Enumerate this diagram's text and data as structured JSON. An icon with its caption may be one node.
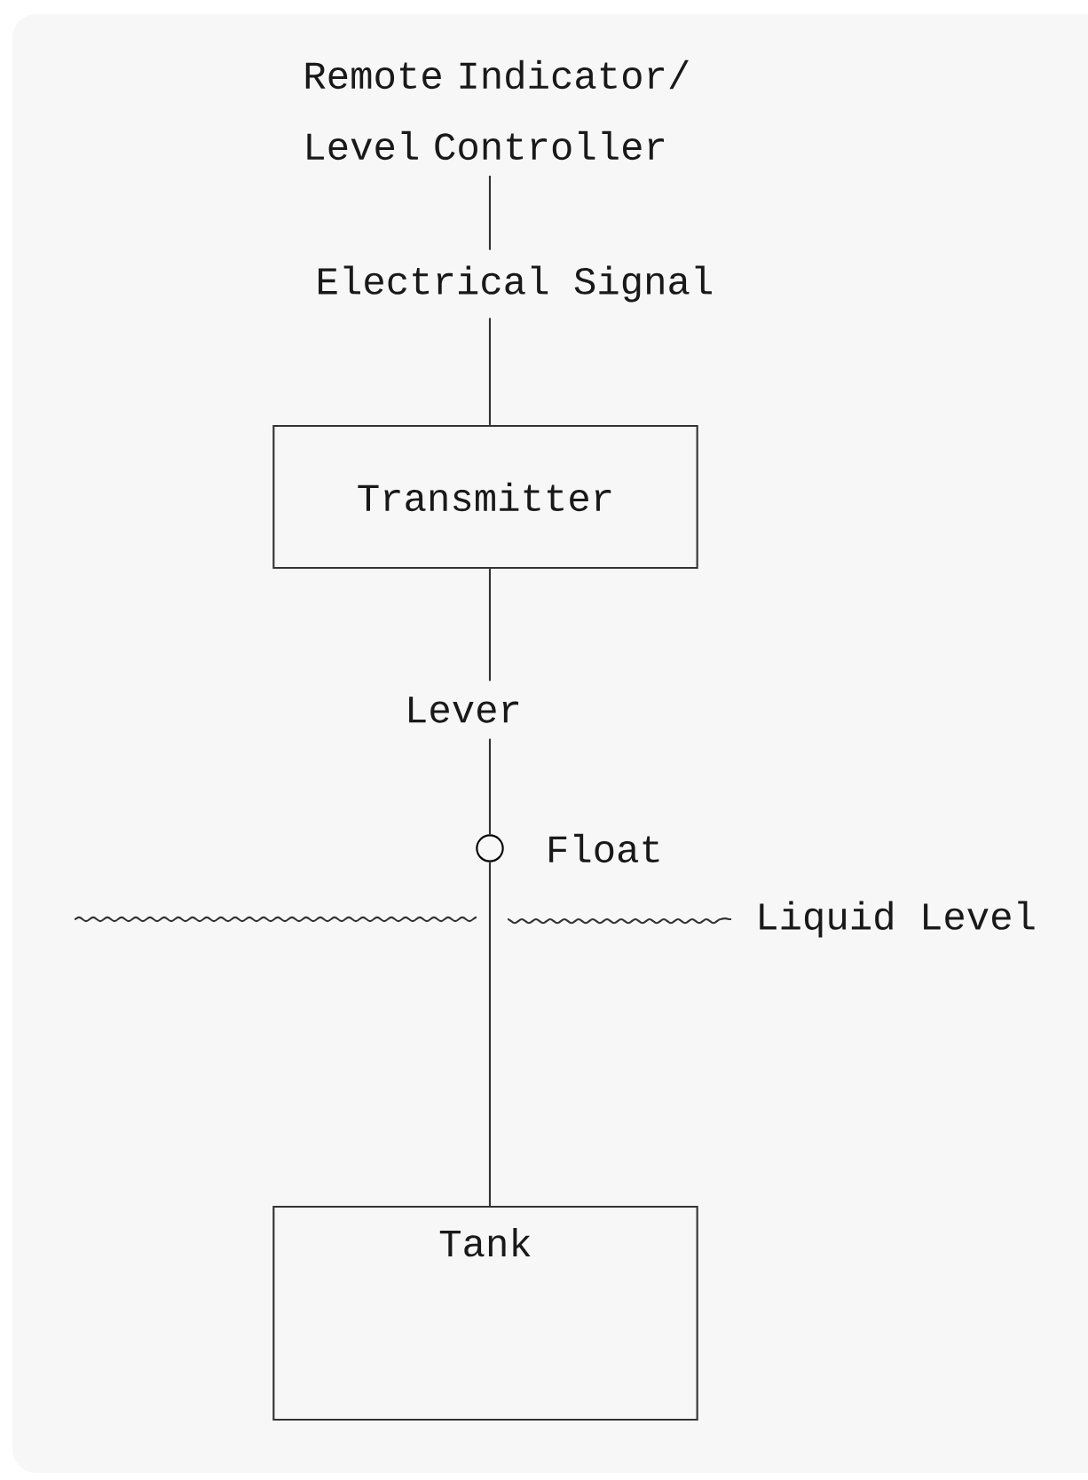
{
  "diagram": {
    "nodes": [
      {
        "text": [
          "Remote Indicator/ Level Controller"
        ]
      },
      {
        "text": [
          "Electrical Signal"
        ]
      },
      {
        "text": [
          "Transmitter"
        ]
      },
      {
        "text": [
          "Lever"
        ]
      },
      {
        "text": [],
        "shape": "circle",
        "beside": [
          "Float"
        ]
      },
      {
        "text": [
          "Tank"
        ]
      }
    ],
    "edges": [
      {
        "from": 0,
        "to": 1,
        "arrow": "none"
      },
      {
        "from": 1,
        "to": 2,
        "arrow": "none"
      },
      {
        "from": 2,
        "to": 3,
        "arrow": "none"
      },
      {
        "from": 3,
        "to": 4,
        "arrow": "none"
      },
      {
        "from": 4,
        "to": 5,
        "arrow": "none"
      }
    ],
    "labels": [
      "Liquid Level"
    ]
  }
}
